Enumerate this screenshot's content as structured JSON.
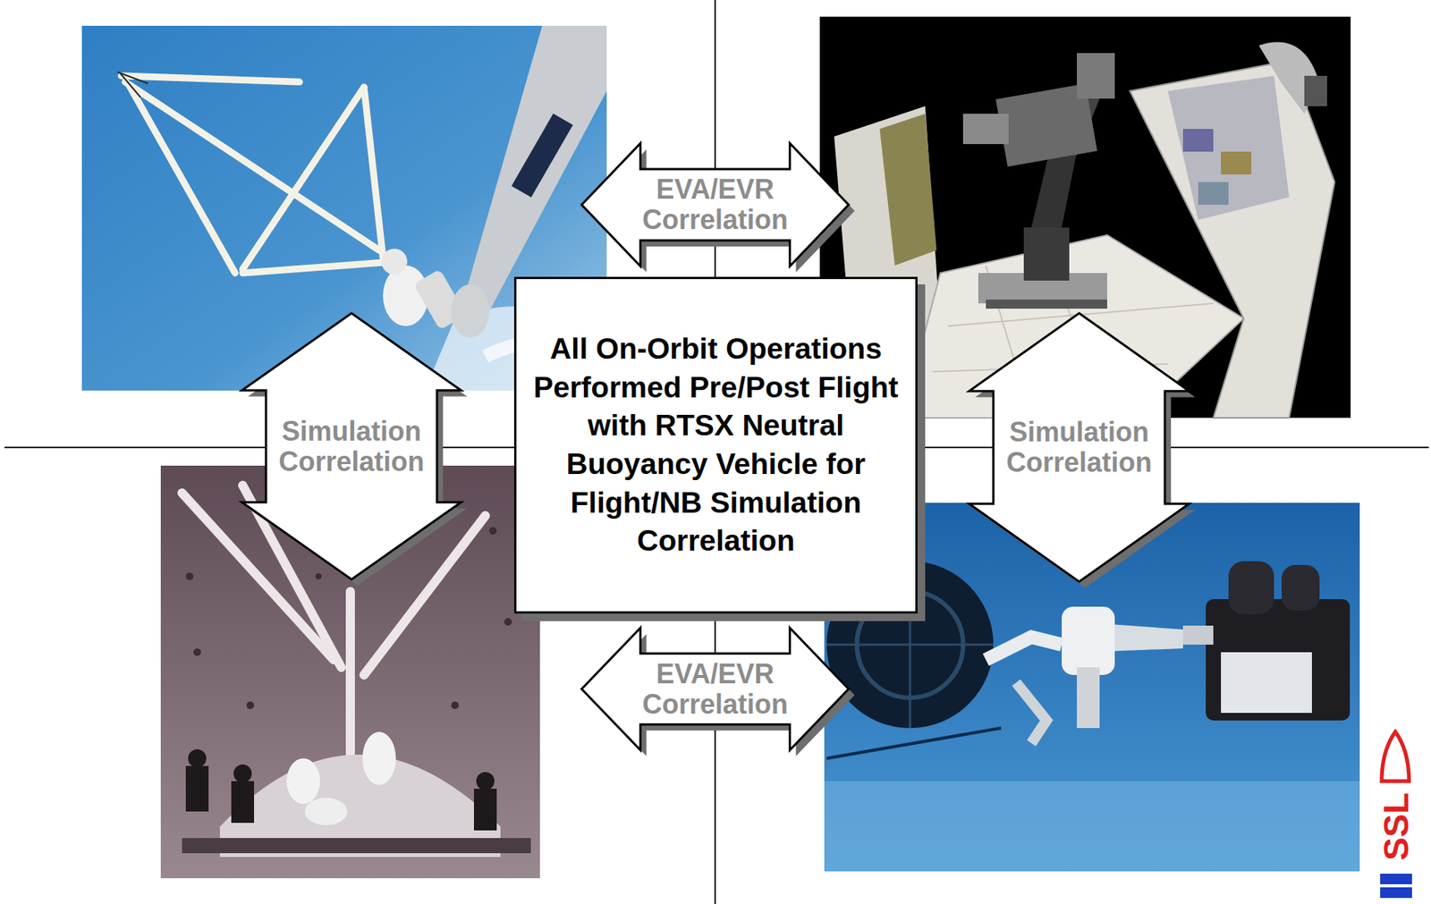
{
  "diagram": {
    "nodes": [
      {
        "text": [
          "EVA/EVR Correlation"
        ]
      },
      {
        "text": [
          "Simulation Correlation"
        ]
      },
      {
        "text": [
          "All On-Orbit Operations Performed Pre/Post Flight with RTSX Neutral Buoyancy Vehicle for Flight/NB Simulation Correlation"
        ]
      },
      {
        "text": [
          "Simulation Correlation"
        ]
      },
      {
        "text": [
          "EVA/EVR Correlation"
        ]
      }
    ],
    "labels": [
      "SSL"
    ]
  }
}
